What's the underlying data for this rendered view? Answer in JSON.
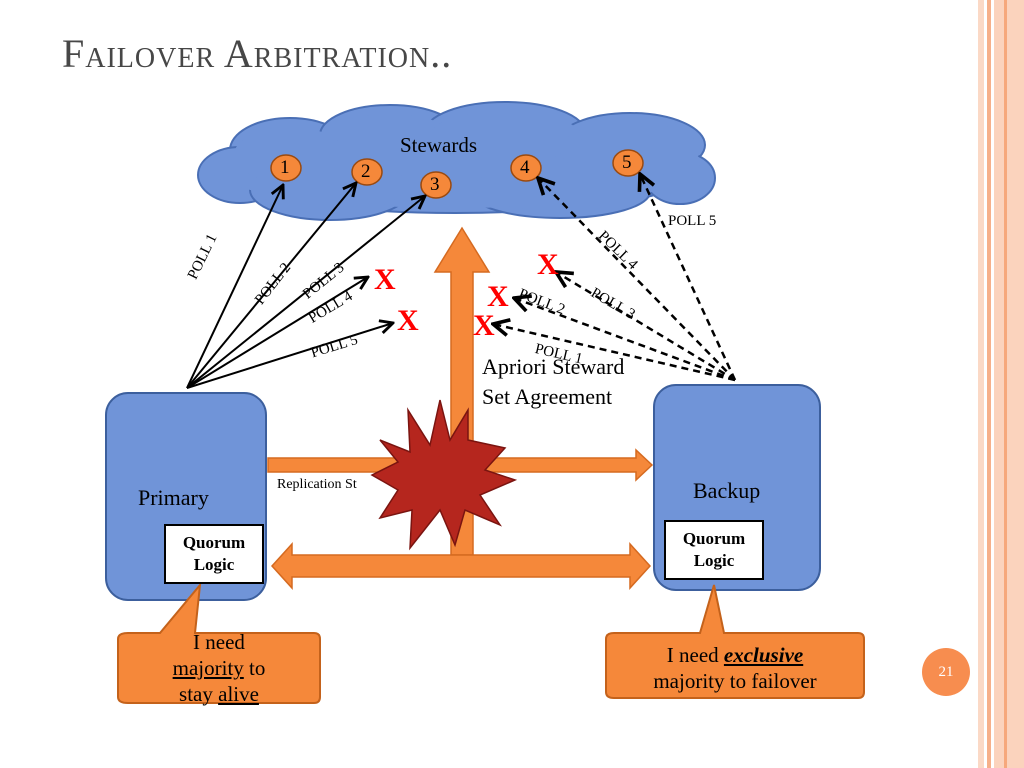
{
  "title": "Failover Arbitration..",
  "cloud": {
    "label": "Stewards",
    "stewards": [
      "1",
      "2",
      "3",
      "4",
      "5"
    ]
  },
  "primary": {
    "label": "Primary",
    "quorum": "Quorum Logic"
  },
  "backup": {
    "label": "Backup",
    "quorum": "Quorum Logic"
  },
  "center": {
    "label": "Apriori Steward Set Agreement",
    "replication": "Replication St"
  },
  "primary_polls": [
    "POLL 1",
    "POLL 2",
    "POLL 3",
    "POLL 4",
    "POLL 5"
  ],
  "backup_polls": [
    "POLL 1",
    "POLL 2",
    "POLL 3",
    "POLL 4",
    "POLL 5"
  ],
  "fail_mark": "X",
  "primary_callout": {
    "line1": "I need",
    "line2_u": "majority",
    "line2_rest": " to",
    "line3_pre": "stay ",
    "line3_u": "alive"
  },
  "backup_callout": {
    "line1_pre": "I need ",
    "line1_em": "exclusive",
    "line2": "majority to failover"
  },
  "page_number": "21",
  "colors": {
    "blue": "#7094d8",
    "orange": "#f5883a",
    "red_x": "#ff0000",
    "burst": "#b5261e"
  }
}
